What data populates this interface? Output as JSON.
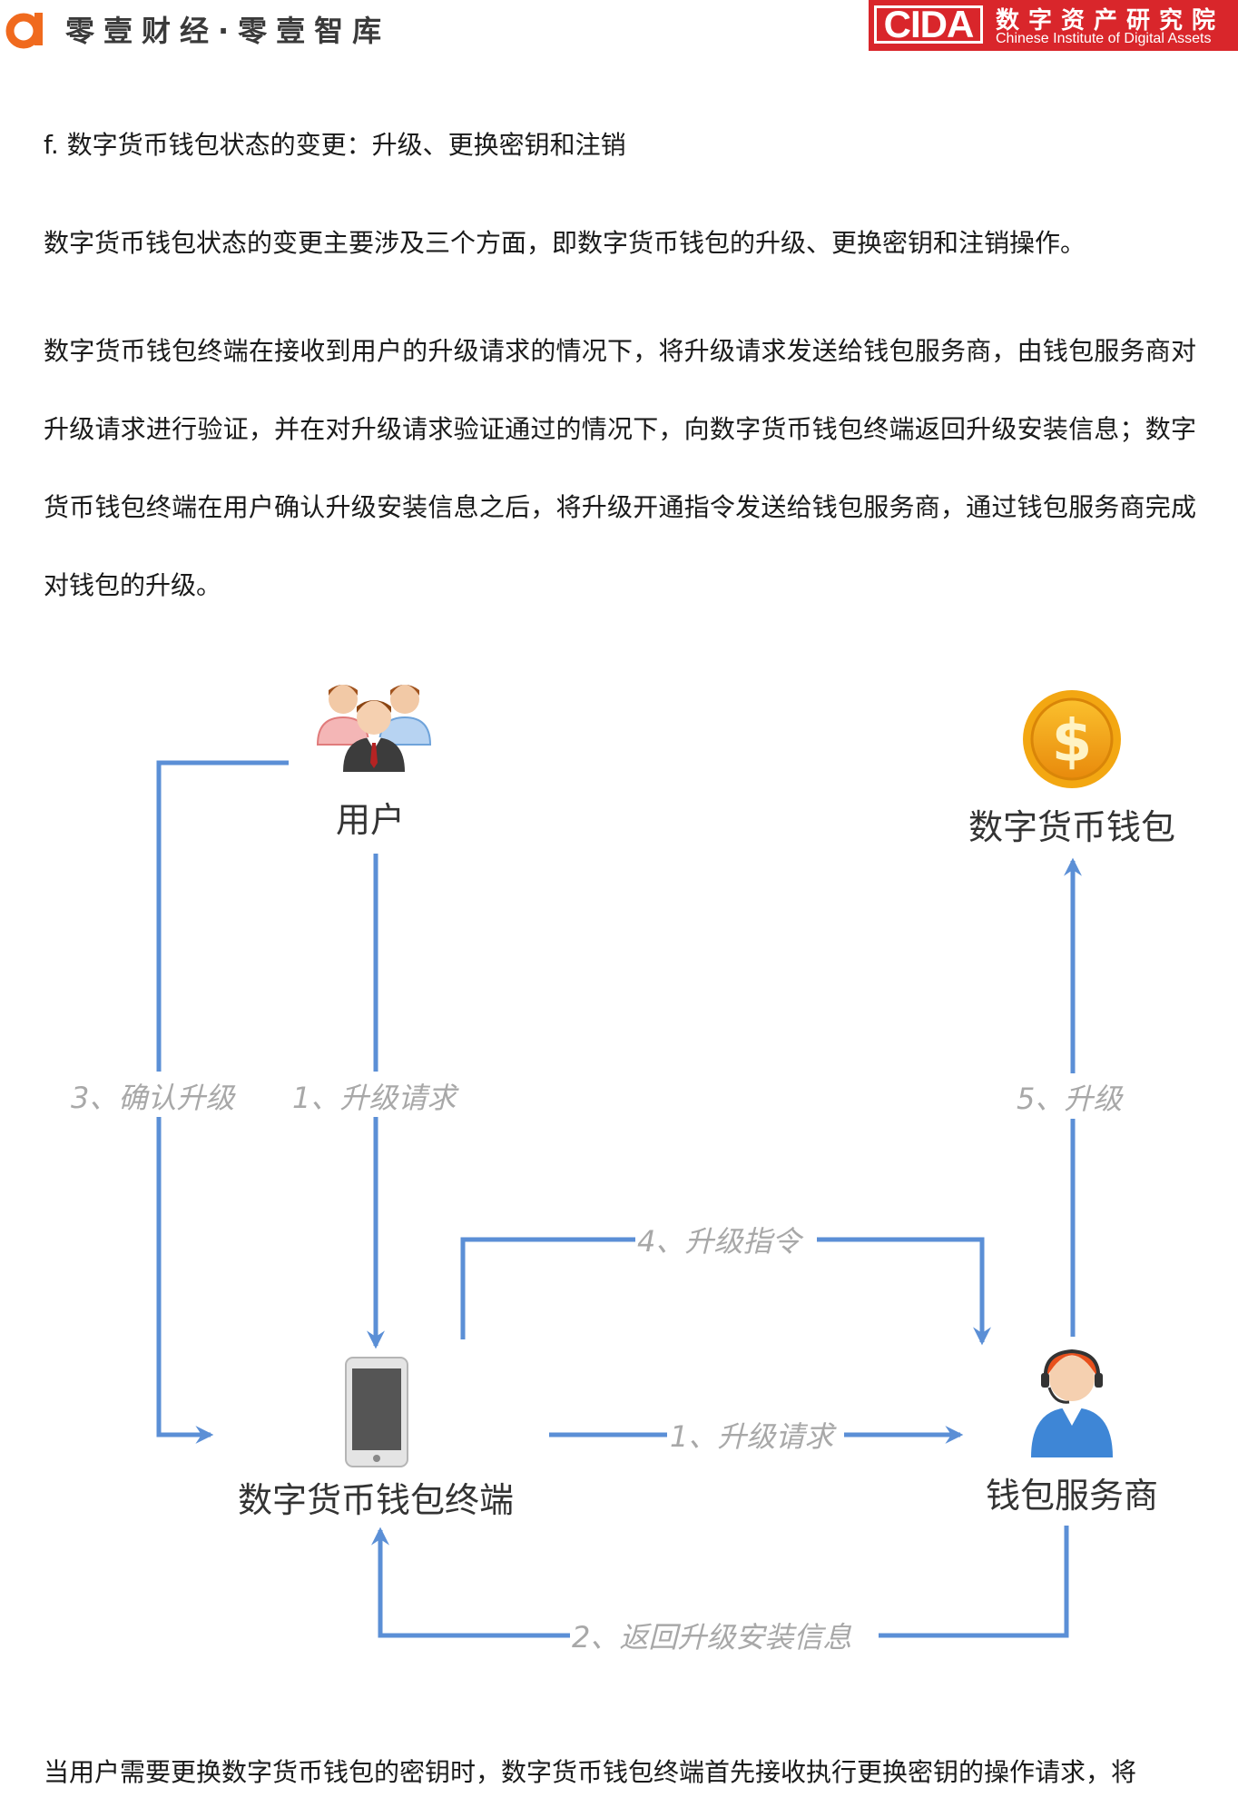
{
  "header": {
    "brand_name": "零壹财经·零壹智库",
    "logo_text": "CIDA",
    "org_name_cn": "数字资产研究院",
    "org_name_en": "Chinese Institute of Digital Assets"
  },
  "section": {
    "heading": "f. 数字货币钱包状态的变更：升级、更换密钥和注销",
    "intro": "数字货币钱包状态的变更主要涉及三个方面，即数字货币钱包的升级、更换密钥和注销操作。",
    "upgrade_paragraph": "数字货币钱包终端在接收到用户的升级请求的情况下，将升级请求发送给钱包服务商，由钱包服务商对升级请求进行验证，并在对升级请求验证通过的情况下，向数字货币钱包终端返回升级安装信息；数字货币钱包终端在用户确认升级安装信息之后，将升级开通指令发送给钱包服务商，通过钱包服务商完成对钱包的升级。",
    "next_paragraph_start": "当用户需要更换数字货币钱包的密钥时，数字货币钱包终端首先接收执行更换密钥的操作请求，将"
  },
  "diagram": {
    "nodes": {
      "user": "用户",
      "wallet": "数字货币钱包",
      "terminal": "数字货币钱包终端",
      "provider": "钱包服务商"
    },
    "edges": {
      "user_to_terminal": "1、升级请求",
      "terminal_to_provider": "1、升级请求",
      "provider_to_terminal": "2、返回升级安装信息",
      "confirm_upgrade": "3、确认升级",
      "upgrade_command": "4、升级指令",
      "provider_to_wallet": "5、升级"
    },
    "icons": {
      "user": "user-group-icon",
      "wallet": "dollar-coin-icon",
      "terminal": "smartphone-icon",
      "provider": "customer-service-agent-icon"
    },
    "colors": {
      "arrow": "#5b8fd6",
      "edge_label": "#a8a8a8",
      "coin": "#f3a712",
      "brand_red": "#d9262b",
      "brand_orange": "#f06a1e"
    }
  }
}
